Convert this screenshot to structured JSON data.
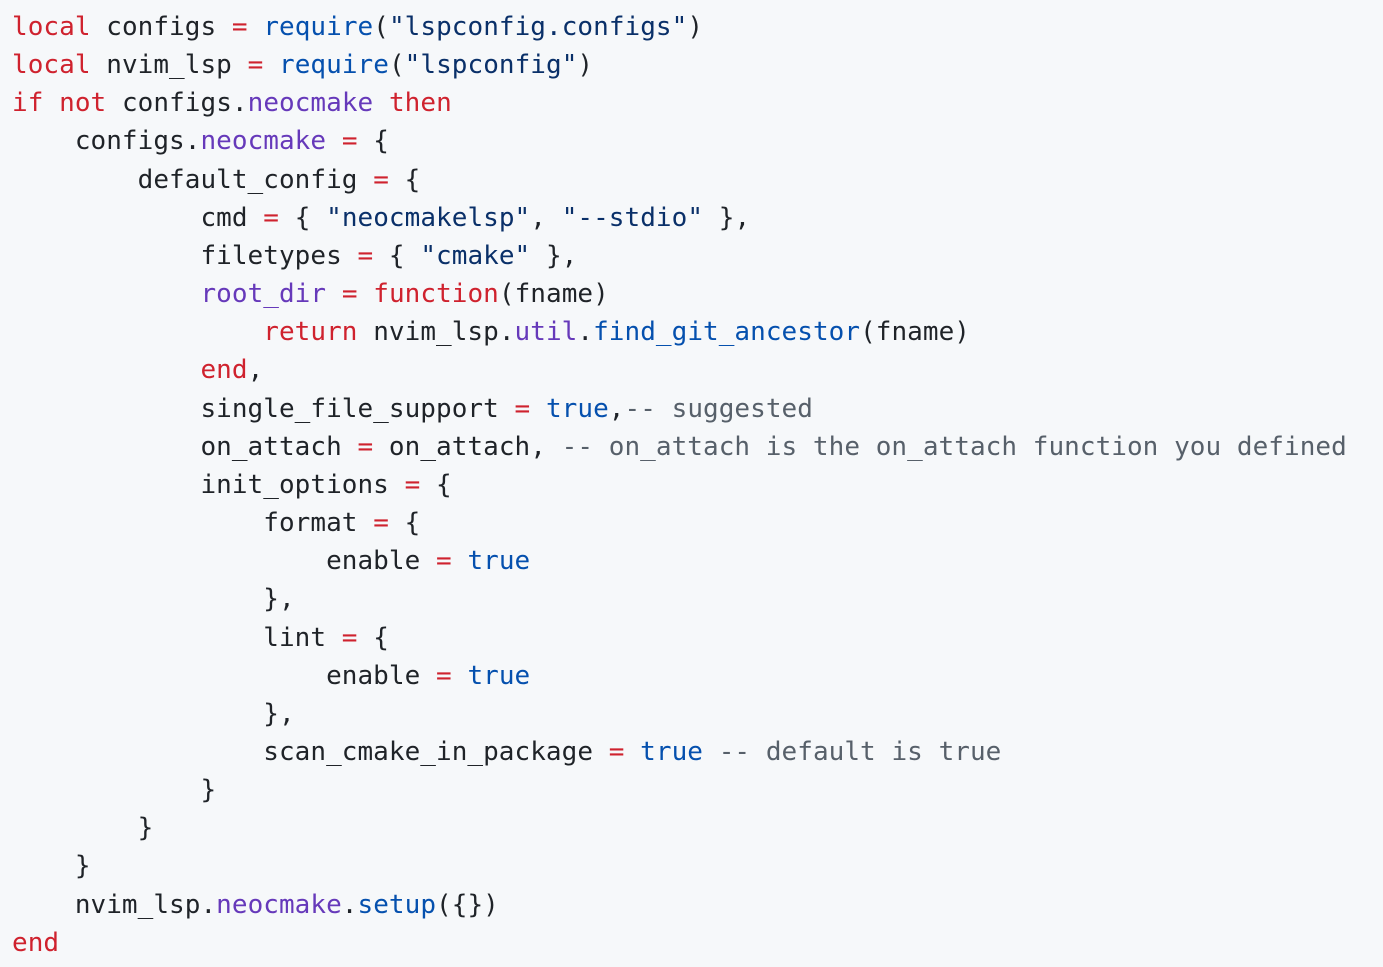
{
  "language": "lua",
  "lines": [
    [
      [
        "kw",
        "local"
      ],
      [
        "pl",
        " configs "
      ],
      [
        "op",
        "="
      ],
      [
        "pl",
        " "
      ],
      [
        "fn",
        "require"
      ],
      [
        "pl",
        "("
      ],
      [
        "str",
        "\"lspconfig.configs\""
      ],
      [
        "pl",
        ")"
      ]
    ],
    [
      [
        "kw",
        "local"
      ],
      [
        "pl",
        " nvim_lsp "
      ],
      [
        "op",
        "="
      ],
      [
        "pl",
        " "
      ],
      [
        "fn",
        "require"
      ],
      [
        "pl",
        "("
      ],
      [
        "str",
        "\"lspconfig\""
      ],
      [
        "pl",
        ")"
      ]
    ],
    [
      [
        "kw",
        "if"
      ],
      [
        "pl",
        " "
      ],
      [
        "kw",
        "not"
      ],
      [
        "pl",
        " configs."
      ],
      [
        "prop",
        "neocmake"
      ],
      [
        "pl",
        " "
      ],
      [
        "kw",
        "then"
      ]
    ],
    [
      [
        "pl",
        "    configs."
      ],
      [
        "prop",
        "neocmake"
      ],
      [
        "pl",
        " "
      ],
      [
        "op",
        "="
      ],
      [
        "pl",
        " {"
      ]
    ],
    [
      [
        "pl",
        "        default_config "
      ],
      [
        "op",
        "="
      ],
      [
        "pl",
        " {"
      ]
    ],
    [
      [
        "pl",
        "            cmd "
      ],
      [
        "op",
        "="
      ],
      [
        "pl",
        " { "
      ],
      [
        "str",
        "\"neocmakelsp\""
      ],
      [
        "pl",
        ", "
      ],
      [
        "str",
        "\"--stdio\""
      ],
      [
        "pl",
        " },"
      ]
    ],
    [
      [
        "pl",
        "            filetypes "
      ],
      [
        "op",
        "="
      ],
      [
        "pl",
        " { "
      ],
      [
        "str",
        "\"cmake\""
      ],
      [
        "pl",
        " },"
      ]
    ],
    [
      [
        "pl",
        "            "
      ],
      [
        "prop",
        "root_dir"
      ],
      [
        "pl",
        " "
      ],
      [
        "op",
        "="
      ],
      [
        "pl",
        " "
      ],
      [
        "kw",
        "function"
      ],
      [
        "pl",
        "(fname)"
      ]
    ],
    [
      [
        "pl",
        "                "
      ],
      [
        "kw",
        "return"
      ],
      [
        "pl",
        " nvim_lsp."
      ],
      [
        "prop",
        "util"
      ],
      [
        "pl",
        "."
      ],
      [
        "fn",
        "find_git_ancestor"
      ],
      [
        "pl",
        "(fname)"
      ]
    ],
    [
      [
        "pl",
        "            "
      ],
      [
        "kw",
        "end"
      ],
      [
        "pl",
        ","
      ]
    ],
    [
      [
        "pl",
        "            single_file_support "
      ],
      [
        "op",
        "="
      ],
      [
        "pl",
        " "
      ],
      [
        "fn",
        "true"
      ],
      [
        "pl",
        ","
      ],
      [
        "cm",
        "-- suggested"
      ]
    ],
    [
      [
        "pl",
        "            on_attach "
      ],
      [
        "op",
        "="
      ],
      [
        "pl",
        " on_attach, "
      ],
      [
        "cm",
        "-- on_attach is the on_attach function you defined"
      ]
    ],
    [
      [
        "pl",
        "            init_options "
      ],
      [
        "op",
        "="
      ],
      [
        "pl",
        " {"
      ]
    ],
    [
      [
        "pl",
        "                format "
      ],
      [
        "op",
        "="
      ],
      [
        "pl",
        " {"
      ]
    ],
    [
      [
        "pl",
        "                    enable "
      ],
      [
        "op",
        "="
      ],
      [
        "pl",
        " "
      ],
      [
        "fn",
        "true"
      ]
    ],
    [
      [
        "pl",
        "                },"
      ]
    ],
    [
      [
        "pl",
        "                lint "
      ],
      [
        "op",
        "="
      ],
      [
        "pl",
        " {"
      ]
    ],
    [
      [
        "pl",
        "                    enable "
      ],
      [
        "op",
        "="
      ],
      [
        "pl",
        " "
      ],
      [
        "fn",
        "true"
      ]
    ],
    [
      [
        "pl",
        "                },"
      ]
    ],
    [
      [
        "pl",
        "                scan_cmake_in_package "
      ],
      [
        "op",
        "="
      ],
      [
        "pl",
        " "
      ],
      [
        "fn",
        "true"
      ],
      [
        "pl",
        " "
      ],
      [
        "cm",
        "-- default is true"
      ]
    ],
    [
      [
        "pl",
        "            }"
      ]
    ],
    [
      [
        "pl",
        "        }"
      ]
    ],
    [
      [
        "pl",
        "    }"
      ]
    ],
    [
      [
        "pl",
        "    nvim_lsp."
      ],
      [
        "prop",
        "neocmake"
      ],
      [
        "pl",
        "."
      ],
      [
        "fn",
        "setup"
      ],
      [
        "pl",
        "({})"
      ]
    ],
    [
      [
        "kw",
        "end"
      ]
    ]
  ],
  "colors": {
    "background": "#f6f8fa",
    "keyword": "#cf222e",
    "string": "#0a3069",
    "function": "#0550ae",
    "property": "#6639ba",
    "comment": "#57606a",
    "text": "#1f2328"
  }
}
